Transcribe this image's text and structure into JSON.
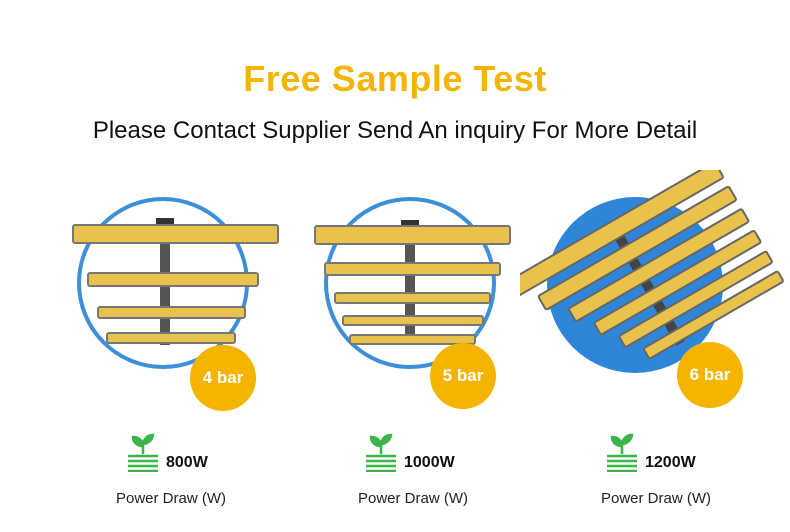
{
  "header": {
    "title": "Free Sample Test",
    "subtitle": "Please Contact Supplier Send An inquiry For More Detail"
  },
  "products": [
    {
      "bars_label": "4 bar",
      "power": "800W",
      "power_label": "Power Draw (W)"
    },
    {
      "bars_label": "5 bar",
      "power": "1000W",
      "power_label": "Power Draw (W)"
    },
    {
      "bars_label": "6 bar",
      "power": "1200W",
      "power_label": "Power Draw (W)"
    }
  ],
  "colors": {
    "accent": "#f4b400",
    "circle_outline": "#3d8fd8",
    "circle_fill": "#2f86d9",
    "icon_green": "#3bb54a"
  },
  "icons": {
    "plant": "plant-growth-icon"
  }
}
